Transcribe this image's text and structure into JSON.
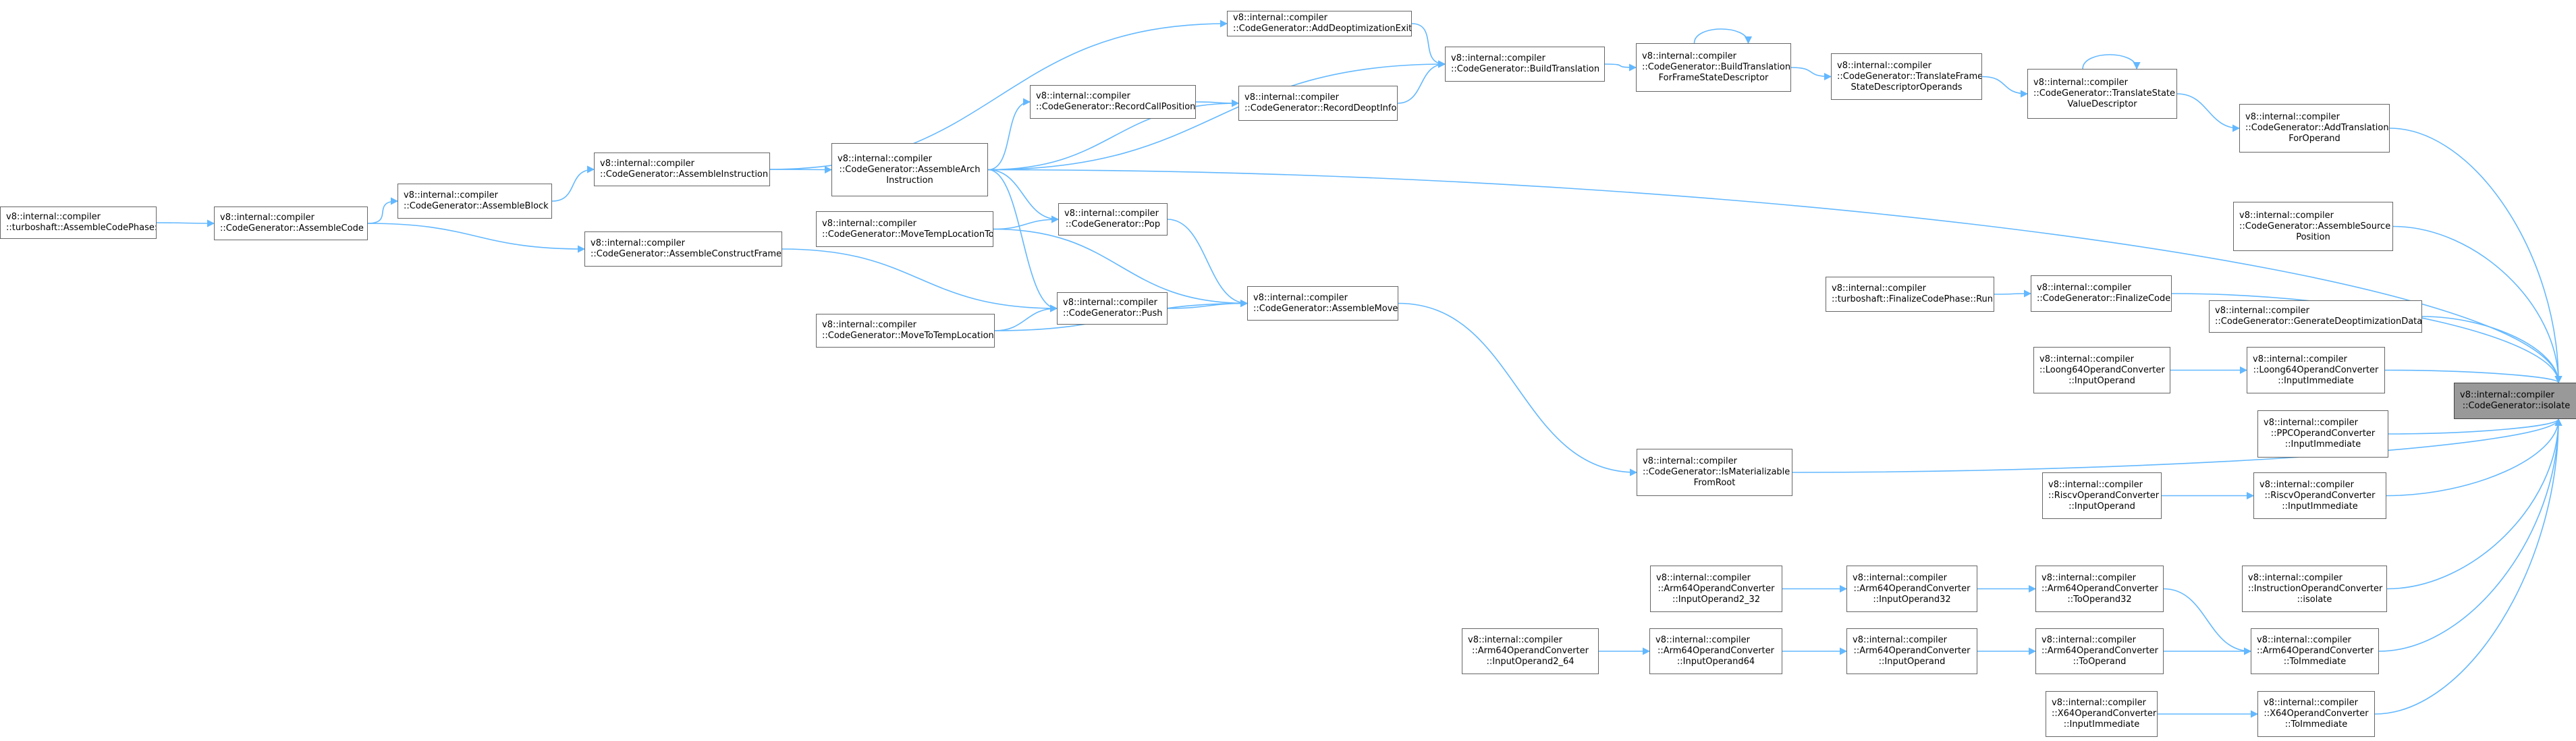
{
  "edge_color": "#63b8ff",
  "node_border_color": "#666666",
  "focus_node_color": "#999999",
  "nodes": [
    {
      "id": "isolate",
      "lines": [
        "v8::internal::compiler",
        "::CodeGenerator::isolate"
      ],
      "focus": true
    },
    {
      "id": "add_deopt_exit",
      "lines": [
        "v8::internal::compiler",
        "::CodeGenerator::AddDeoptimizationExit"
      ]
    },
    {
      "id": "build_translation",
      "lines": [
        "v8::internal::compiler",
        "::CodeGenerator::BuildTranslation"
      ]
    },
    {
      "id": "build_translation_fs",
      "lines": [
        "v8::internal::compiler",
        "::CodeGenerator::BuildTranslation",
        "ForFrameStateDescriptor"
      ]
    },
    {
      "id": "translate_frame",
      "lines": [
        "v8::internal::compiler",
        "::CodeGenerator::TranslateFrame",
        "StateDescriptorOperands"
      ]
    },
    {
      "id": "translate_state",
      "lines": [
        "v8::internal::compiler",
        "::CodeGenerator::TranslateState",
        "ValueDescriptor"
      ]
    },
    {
      "id": "add_translation",
      "lines": [
        "v8::internal::compiler",
        "::CodeGenerator::AddTranslation",
        "ForOperand"
      ]
    },
    {
      "id": "record_call_pos",
      "lines": [
        "v8::internal::compiler",
        "::CodeGenerator::RecordCallPosition"
      ]
    },
    {
      "id": "record_deopt_info",
      "lines": [
        "v8::internal::compiler",
        "::CodeGenerator::RecordDeoptInfo"
      ]
    },
    {
      "id": "assemble_instruction",
      "lines": [
        "v8::internal::compiler",
        "::CodeGenerator::AssembleInstruction"
      ]
    },
    {
      "id": "assemble_arch",
      "lines": [
        "v8::internal::compiler",
        "::CodeGenerator::AssembleArch",
        "Instruction"
      ]
    },
    {
      "id": "assemble_block",
      "lines": [
        "v8::internal::compiler",
        "::CodeGenerator::AssembleBlock"
      ]
    },
    {
      "id": "turboshaft_assemble",
      "lines": [
        "v8::internal::compiler",
        "::turboshaft::AssembleCodePhase::Run"
      ]
    },
    {
      "id": "assemble_code",
      "lines": [
        "v8::internal::compiler",
        "::CodeGenerator::AssembleCode"
      ]
    },
    {
      "id": "assemble_construct",
      "lines": [
        "v8::internal::compiler",
        "::CodeGenerator::AssembleConstructFrame"
      ]
    },
    {
      "id": "move_temp_to",
      "lines": [
        "v8::internal::compiler",
        "::CodeGenerator::MoveTempLocationTo"
      ]
    },
    {
      "id": "pop",
      "lines": [
        "v8::internal::compiler",
        "::CodeGenerator::Pop"
      ]
    },
    {
      "id": "push",
      "lines": [
        "v8::internal::compiler",
        "::CodeGenerator::Push"
      ]
    },
    {
      "id": "move_to_temp",
      "lines": [
        "v8::internal::compiler",
        "::CodeGenerator::MoveToTempLocation"
      ]
    },
    {
      "id": "assemble_move",
      "lines": [
        "v8::internal::compiler",
        "::CodeGenerator::AssembleMove"
      ]
    },
    {
      "id": "assemble_source",
      "lines": [
        "v8::internal::compiler",
        "::CodeGenerator::AssembleSource",
        "Position"
      ]
    },
    {
      "id": "finalize_run",
      "lines": [
        "v8::internal::compiler",
        "::turboshaft::FinalizeCodePhase::Run"
      ]
    },
    {
      "id": "finalize_code",
      "lines": [
        "v8::internal::compiler",
        "::CodeGenerator::FinalizeCode"
      ]
    },
    {
      "id": "gen_deopt_data",
      "lines": [
        "v8::internal::compiler",
        "::CodeGenerator::GenerateDeoptimizationData"
      ]
    },
    {
      "id": "loong_input_operand",
      "lines": [
        "v8::internal::compiler",
        "::Loong64OperandConverter",
        "::InputOperand"
      ]
    },
    {
      "id": "loong_input_imm",
      "lines": [
        "v8::internal::compiler",
        "::Loong64OperandConverter",
        "::InputImmediate"
      ]
    },
    {
      "id": "ppc_input_imm",
      "lines": [
        "v8::internal::compiler",
        "::PPCOperandConverter",
        "::InputImmediate"
      ]
    },
    {
      "id": "is_materializable",
      "lines": [
        "v8::internal::compiler",
        "::CodeGenerator::IsMaterializable",
        "FromRoot"
      ]
    },
    {
      "id": "riscv_input_operand",
      "lines": [
        "v8::internal::compiler",
        "::RiscvOperandConverter",
        "::InputOperand"
      ]
    },
    {
      "id": "riscv_input_imm",
      "lines": [
        "v8::internal::compiler",
        "::RiscvOperandConverter",
        "::InputImmediate"
      ]
    },
    {
      "id": "arm_input_op2_32",
      "lines": [
        "v8::internal::compiler",
        "::Arm64OperandConverter",
        "::InputOperand2_32"
      ]
    },
    {
      "id": "arm_input_op32",
      "lines": [
        "v8::internal::compiler",
        "::Arm64OperandConverter",
        "::InputOperand32"
      ]
    },
    {
      "id": "arm_to_op32",
      "lines": [
        "v8::internal::compiler",
        "::Arm64OperandConverter",
        "::ToOperand32"
      ]
    },
    {
      "id": "instr_op_isolate",
      "lines": [
        "v8::internal::compiler",
        "::InstructionOperandConverter",
        "::isolate"
      ]
    },
    {
      "id": "arm_input_op2_64",
      "lines": [
        "v8::internal::compiler",
        "::Arm64OperandConverter",
        "::InputOperand2_64"
      ]
    },
    {
      "id": "arm_input_op64",
      "lines": [
        "v8::internal::compiler",
        "::Arm64OperandConverter",
        "::InputOperand64"
      ]
    },
    {
      "id": "arm_input_op",
      "lines": [
        "v8::internal::compiler",
        "::Arm64OperandConverter",
        "::InputOperand"
      ]
    },
    {
      "id": "arm_to_op",
      "lines": [
        "v8::internal::compiler",
        "::Arm64OperandConverter",
        "::ToOperand"
      ]
    },
    {
      "id": "arm_to_imm",
      "lines": [
        "v8::internal::compiler",
        "::Arm64OperandConverter",
        "::ToImmediate"
      ]
    },
    {
      "id": "x64_input_imm",
      "lines": [
        "v8::internal::compiler",
        "::X64OperandConverter",
        "::InputImmediate"
      ]
    },
    {
      "id": "x64_to_imm",
      "lines": [
        "v8::internal::compiler",
        "::X64OperandConverter",
        "::ToImmediate"
      ]
    }
  ],
  "edges": [
    [
      "add_translation",
      "isolate"
    ],
    [
      "assemble_arch",
      "isolate"
    ],
    [
      "assemble_source",
      "isolate"
    ],
    [
      "finalize_code",
      "isolate"
    ],
    [
      "gen_deopt_data",
      "isolate"
    ],
    [
      "loong_input_imm",
      "isolate"
    ],
    [
      "ppc_input_imm",
      "isolate"
    ],
    [
      "is_materializable",
      "isolate"
    ],
    [
      "riscv_input_imm",
      "isolate"
    ],
    [
      "instr_op_isolate",
      "isolate"
    ],
    [
      "arm_to_imm",
      "isolate"
    ],
    [
      "x64_to_imm",
      "isolate"
    ],
    [
      "translate_state",
      "add_translation"
    ],
    [
      "translate_state",
      "translate_state"
    ],
    [
      "translate_frame",
      "translate_state"
    ],
    [
      "build_translation_fs",
      "translate_frame"
    ],
    [
      "build_translation_fs",
      "build_translation_fs"
    ],
    [
      "build_translation",
      "build_translation_fs"
    ],
    [
      "add_deopt_exit",
      "build_translation"
    ],
    [
      "record_deopt_info",
      "build_translation"
    ],
    [
      "assemble_arch",
      "build_translation"
    ],
    [
      "assemble_instruction",
      "add_deopt_exit"
    ],
    [
      "record_call_pos",
      "record_deopt_info"
    ],
    [
      "assemble_arch",
      "record_call_pos"
    ],
    [
      "assemble_arch",
      "record_deopt_info"
    ],
    [
      "assemble_instruction",
      "assemble_arch"
    ],
    [
      "assemble_block",
      "assemble_instruction"
    ],
    [
      "assemble_code",
      "assemble_block"
    ],
    [
      "turboshaft_assemble",
      "assemble_code"
    ],
    [
      "assemble_code",
      "assemble_construct"
    ],
    [
      "assemble_arch",
      "pop"
    ],
    [
      "assemble_arch",
      "push"
    ],
    [
      "move_temp_to",
      "pop"
    ],
    [
      "pop",
      "assemble_move"
    ],
    [
      "assemble_construct",
      "push"
    ],
    [
      "move_temp_to",
      "assemble_move"
    ],
    [
      "push",
      "assemble_move"
    ],
    [
      "move_to_temp",
      "push"
    ],
    [
      "move_to_temp",
      "assemble_move"
    ],
    [
      "assemble_move",
      "is_materializable"
    ],
    [
      "finalize_run",
      "finalize_code"
    ],
    [
      "loong_input_operand",
      "loong_input_imm"
    ],
    [
      "riscv_input_operand",
      "riscv_input_imm"
    ],
    [
      "arm_input_op2_32",
      "arm_input_op32"
    ],
    [
      "arm_input_op32",
      "arm_to_op32"
    ],
    [
      "arm_to_op32",
      "arm_to_imm"
    ],
    [
      "arm_input_op2_64",
      "arm_input_op64"
    ],
    [
      "arm_input_op64",
      "arm_input_op"
    ],
    [
      "arm_input_op",
      "arm_to_op"
    ],
    [
      "arm_to_op",
      "arm_to_imm"
    ],
    [
      "x64_input_imm",
      "x64_to_imm"
    ]
  ]
}
